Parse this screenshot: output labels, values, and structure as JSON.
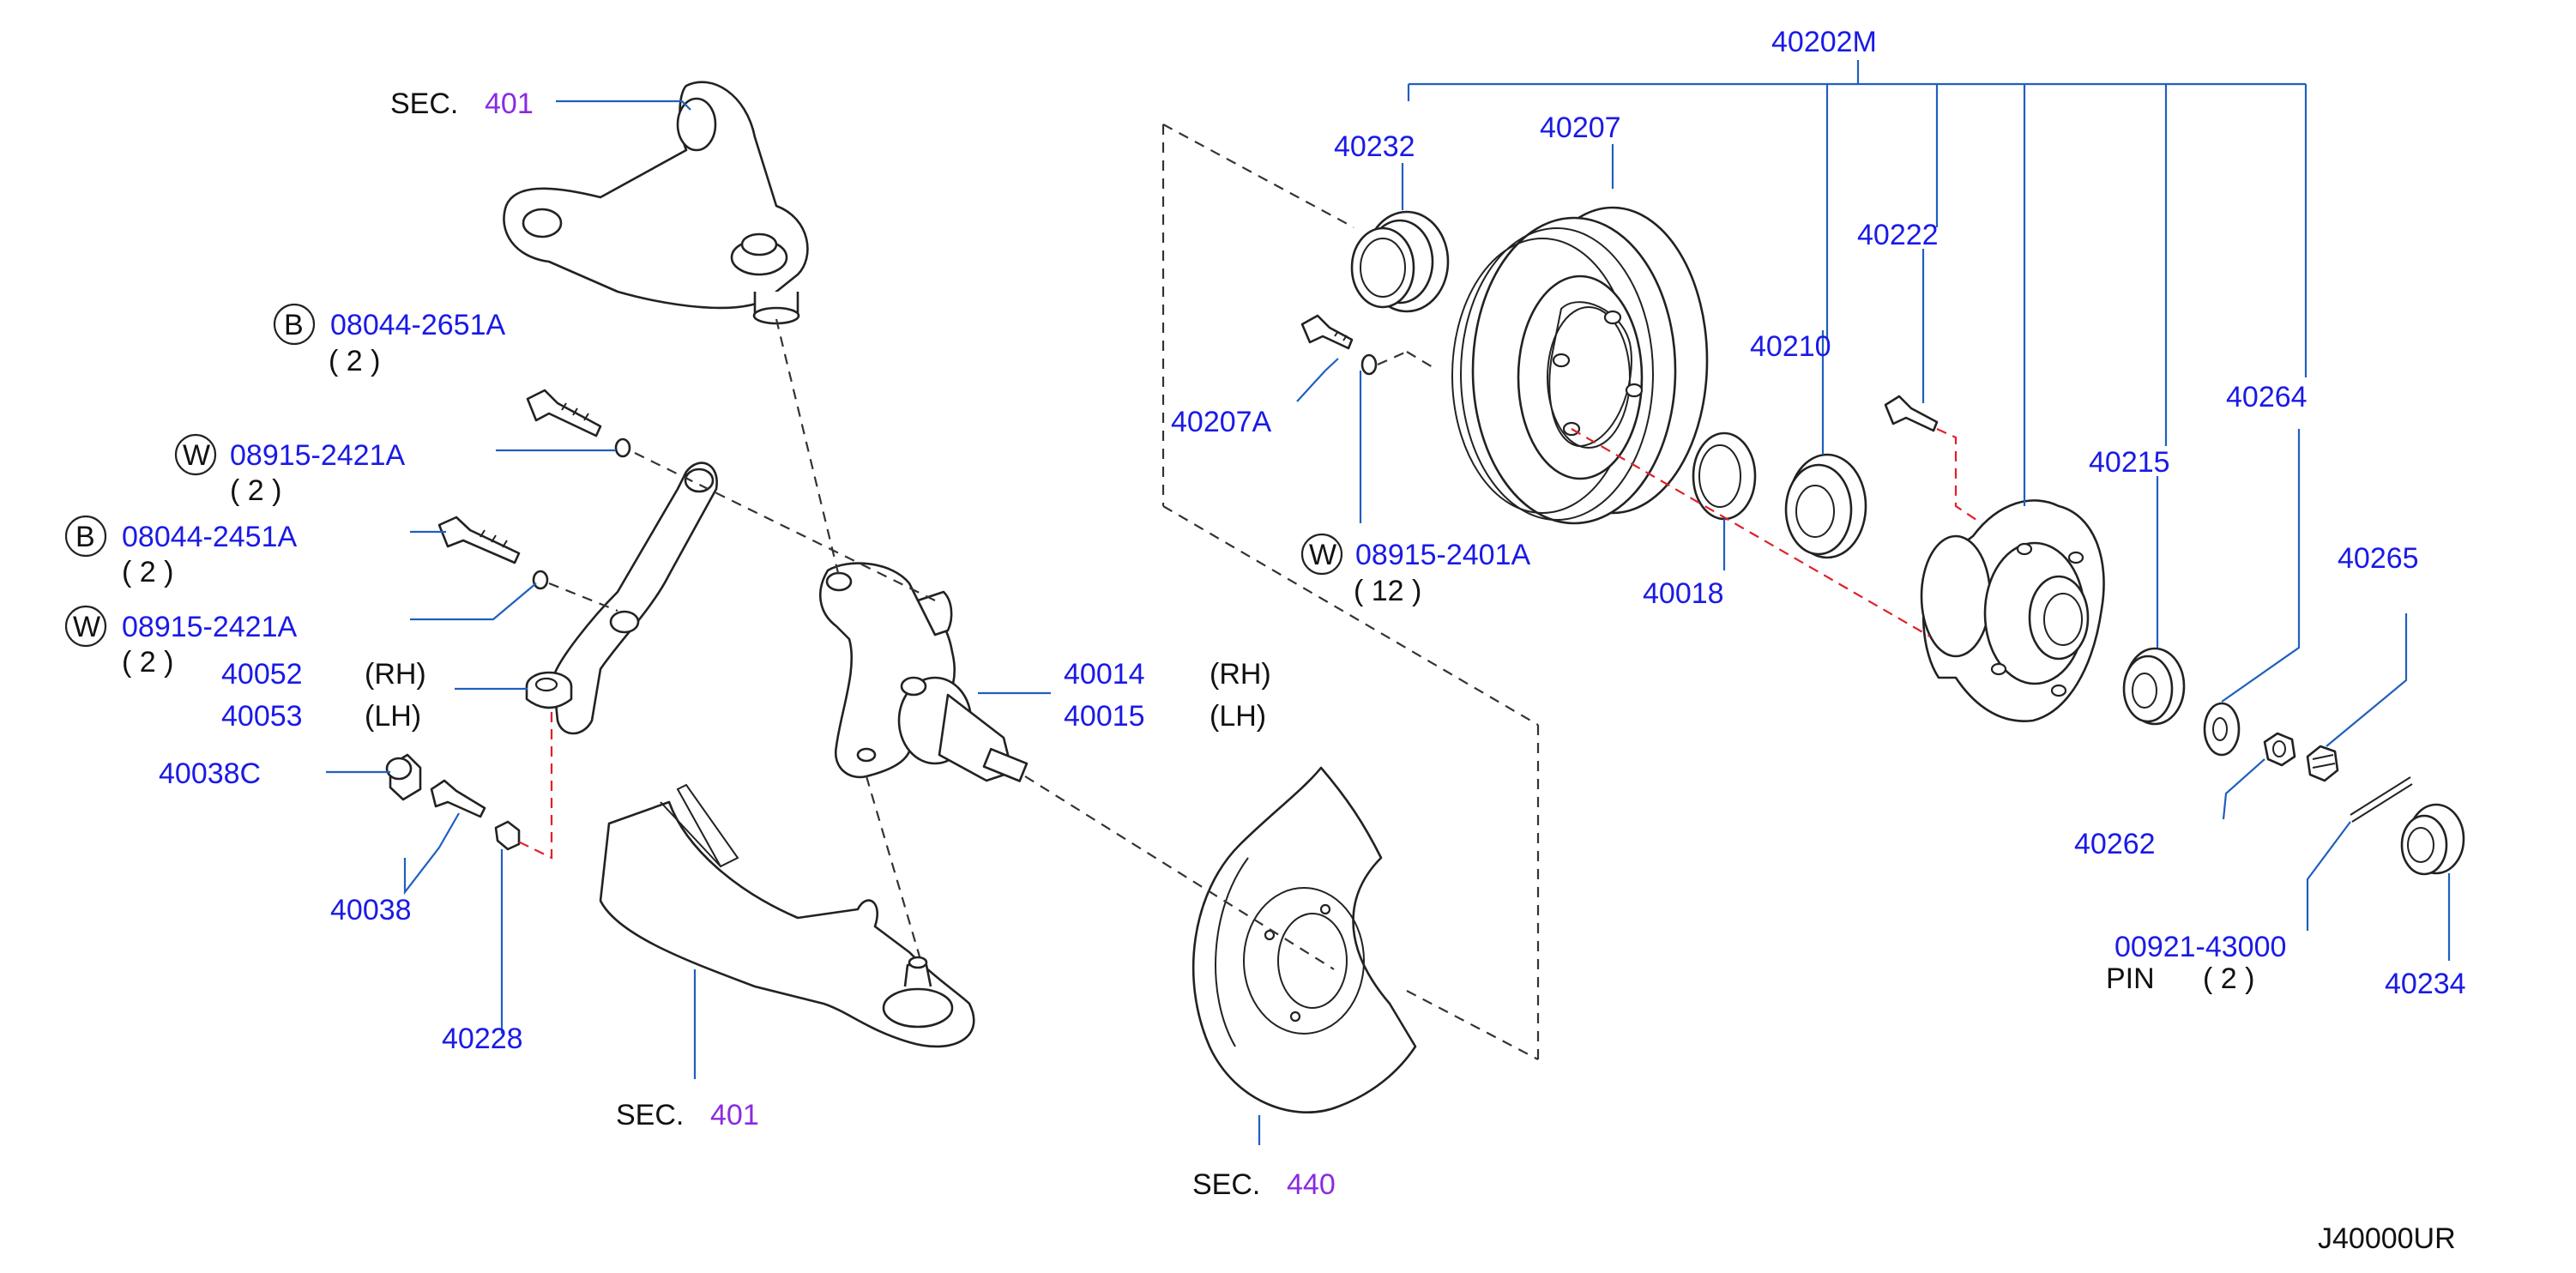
{
  "sections": [
    {
      "id": "sec-top",
      "prefix": "SEC.",
      "number": "401"
    },
    {
      "id": "sec-bottom",
      "prefix": "SEC.",
      "number": "401"
    },
    {
      "id": "sec-shield",
      "prefix": "SEC.",
      "number": "440"
    }
  ],
  "labels": {
    "assy": "40202M",
    "p40232": "40232",
    "p40207": "40207",
    "p40222": "40222",
    "p40210": "40210",
    "p40264": "40264",
    "p40215": "40215",
    "p40265": "40265",
    "p40207A": "40207A",
    "p40018": "40018",
    "p40262": "40262",
    "p00921": "00921-43000",
    "pin": "PIN",
    "pin_qty": "( 2 )",
    "p40234": "40234",
    "p40014": "40014",
    "p40014_side": "(RH)",
    "p40015": "40015",
    "p40015_side": "(LH)",
    "p40052": "40052",
    "p40052_side": "(RH)",
    "p40053": "40053",
    "p40053_side": "(LH)",
    "p40038C": "40038C",
    "p40038": "40038",
    "p40228": "40228",
    "diagram_code": "J40000UR"
  },
  "fasteners": [
    {
      "id": "b1",
      "marker": "B",
      "part": "08044-2651A",
      "qty": "( 2 )"
    },
    {
      "id": "w1",
      "marker": "W",
      "part": "08915-2421A",
      "qty": "( 2 )"
    },
    {
      "id": "b2",
      "marker": "B",
      "part": "08044-2451A",
      "qty": "( 2 )"
    },
    {
      "id": "w2",
      "marker": "W",
      "part": "08915-2421A",
      "qty": "( 2 )"
    },
    {
      "id": "w3",
      "marker": "W",
      "part": "08915-2401A",
      "qty": "( 12 )"
    }
  ]
}
